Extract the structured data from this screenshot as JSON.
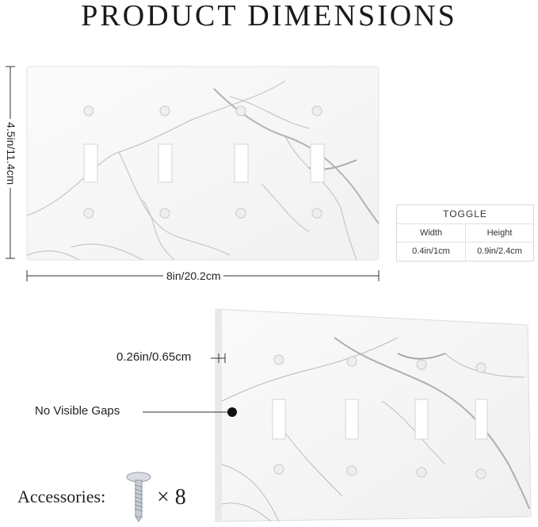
{
  "title": "PRODUCT DIMENSIONS",
  "dimensions": {
    "height": "4.5in/11.4cm",
    "width": "8in/20.2cm",
    "thickness": "0.26in/0.65cm"
  },
  "spec_table": {
    "header": "TOGGLE",
    "columns": [
      "Width",
      "Height"
    ],
    "values": [
      "0.4in/1cm",
      "0.9in/2.4cm"
    ]
  },
  "callouts": {
    "gaps": "No Visible Gaps"
  },
  "accessories": {
    "label": "Accessories:",
    "quantity": "× 8"
  },
  "colors": {
    "plate": "#f7f7f7",
    "vein": "#b9b9b9",
    "line": "#333333"
  }
}
